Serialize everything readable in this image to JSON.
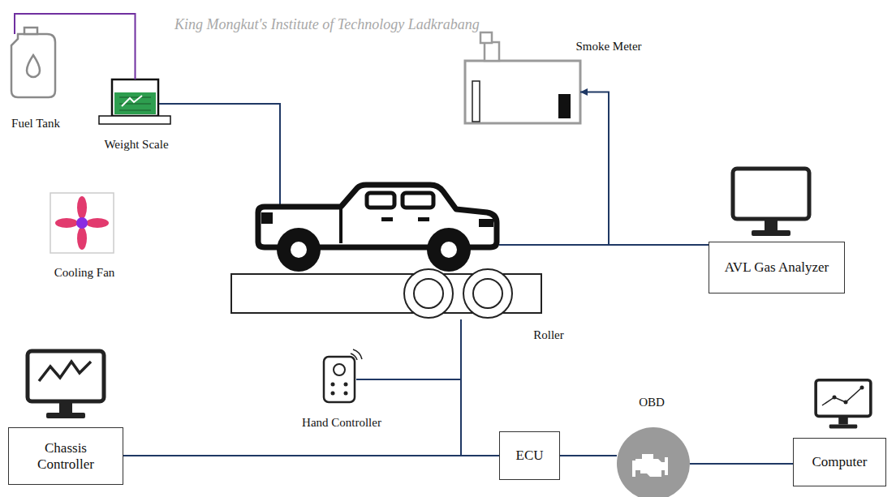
{
  "diagram": {
    "nodes": [
      {
        "text": [
          "Fuel Tank"
        ]
      },
      {
        "text": [
          "Weight Scale"
        ]
      },
      {
        "text": [
          "Smoke Meter"
        ]
      },
      {
        "text": [
          "Cooling Fan"
        ]
      },
      {
        "text": [
          "AVL Gas Analyzer"
        ]
      },
      {
        "text": [
          "Roller"
        ]
      },
      {
        "text": [
          "Hand Controller"
        ]
      },
      {
        "text": [
          "Chassis Controller"
        ]
      },
      {
        "text": [
          "ECU"
        ]
      },
      {
        "text": [
          "OBD"
        ]
      },
      {
        "text": [
          "Computer"
        ]
      }
    ],
    "edges": [
      {
        "from": 0,
        "to": 1,
        "arrow": "none"
      },
      {
        "from": 4,
        "to": 2,
        "arrow": "to"
      },
      {
        "from": 5,
        "to": 7,
        "arrow": "none"
      },
      {
        "from": 5,
        "to": 8,
        "arrow": "none"
      },
      {
        "from": 6,
        "to": 7,
        "arrow": "none"
      },
      {
        "from": 6,
        "to": 8,
        "arrow": "none"
      },
      {
        "from": 8,
        "to": 9,
        "arrow": "none"
      },
      {
        "from": 9,
        "to": 10,
        "arrow": "none"
      }
    ],
    "labels": [
      "King Mongkut's Institute of Technology Ladkrabang"
    ]
  }
}
